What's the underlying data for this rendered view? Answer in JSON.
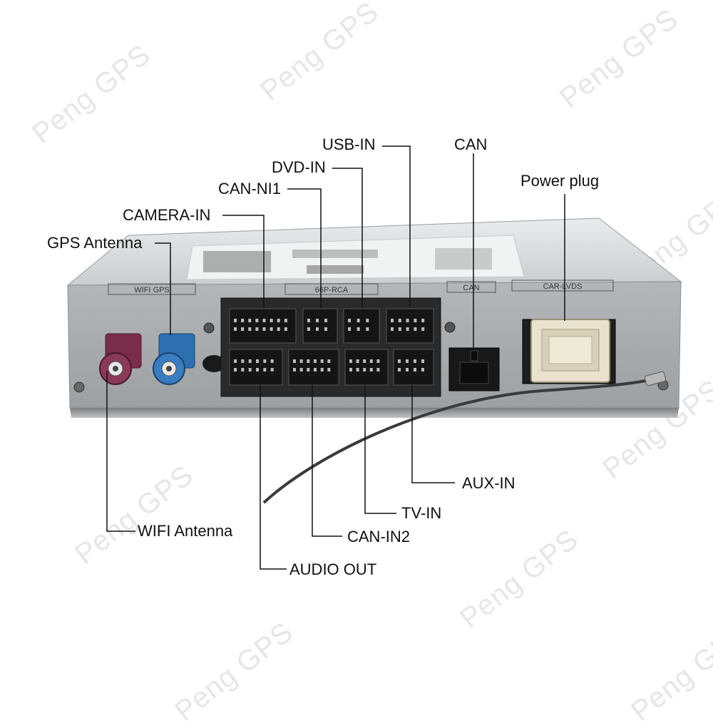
{
  "watermark": "Peng GPS",
  "callouts": {
    "usb_in": "USB-IN",
    "can_top": "CAN",
    "dvd_in": "DVD-IN",
    "can_ni1": "CAN-NI1",
    "power_plug": "Power plug",
    "camera_in": "CAMERA-IN",
    "gps_antenna": "GPS Antenna",
    "aux_in": "AUX-IN",
    "tv_in": "TV-IN",
    "wifi_antenna": "WIFI Antenna",
    "can_in2": "CAN-IN2",
    "audio_out": "AUDIO OUT"
  },
  "device_panel": {
    "wifi_gps": "WIFI  GPS",
    "rca": "66P-RCA",
    "can": "CAN",
    "car_lvds": "CAR-LVDS"
  },
  "colors": {
    "case": "#a9acae",
    "wifi_connector": "#7a2d48",
    "gps_connector": "#2e6fb0",
    "port_block": "#2a2a2a"
  }
}
